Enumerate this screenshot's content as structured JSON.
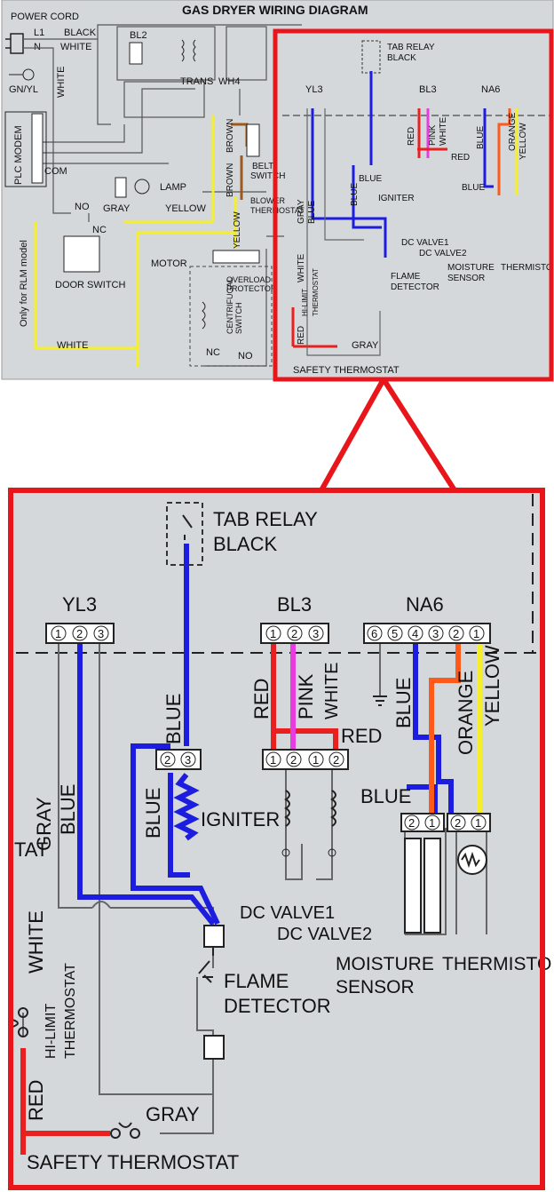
{
  "title": "GAS DRYER WIRING DIAGRAM",
  "colors": {
    "highlight": "#e8151b",
    "background": "#d5d8db",
    "blue": "#1d1de0",
    "red": "#e82020",
    "pink": "#e83ce0",
    "orange": "#ff5a1a",
    "yellow": "#f4ef2a",
    "brown": "#9a5a20",
    "gray_wire": "#8a8a8a"
  },
  "overview": {
    "power_cord": "POWER CORD",
    "l1": "L1",
    "n": "N",
    "black": "BLACK",
    "white": "WHITE",
    "bl2": "BL2",
    "trans": "TRANS",
    "wh4": "WH4",
    "gn_yl": "GN/YL",
    "white_v": "WHITE",
    "plc_modem": "PLC MODEM",
    "com": "COM",
    "no": "NO",
    "nc": "NC",
    "gray": "GRAY",
    "lamp": "LAMP",
    "yellow": "YELLOW",
    "brown1": "BROWN",
    "brown2": "BROWN",
    "belt": "BELT",
    "switch": "SWITCH",
    "blower": "BLOWER",
    "thermostat": "THERMOSTAT",
    "motor": "MOTOR",
    "yellow_v": "YELLOW",
    "overload": "OVERLOAD",
    "protector": "PROTECTOR",
    "centrifugal": "CENTRIFUGAL",
    "switch2": "SWITCH",
    "door_switch": "DOOR SWITCH",
    "rlm_note": "Only for RLM model",
    "white_bottom": "WHITE",
    "nc2": "NC",
    "no2": "NO",
    "tab_relay": "TAB RELAY",
    "black2": "BLACK",
    "yl3": "YL3",
    "bl3": "BL3",
    "na6": "NA6",
    "blue": "BLUE",
    "gray_v": "GRAY",
    "blue_v": "BLUE",
    "blue_ign": "BLUE",
    "igniter": "IGNITER",
    "red": "RED",
    "pink": "PINK",
    "white_bl3": "WHITE",
    "red_h": "RED",
    "dc_valve1": "DC VALVE1",
    "dc_valve2": "DC VALVE2",
    "blue_na6": "BLUE",
    "orange": "ORANGE",
    "yellow_na6": "YELLOW",
    "blue_h": "BLUE",
    "moisture": "MOISTURE",
    "sensor": "SENSOR",
    "thermisto": "THERMISTO",
    "white_v2": "WHITE",
    "hi_limit": "HI-LIMIT",
    "thermostat_v": "THERMOSTAT",
    "flame": "FLAME",
    "detector": "DETECTOR",
    "red_v": "RED",
    "gray_h": "GRAY",
    "safety_thermostat": "SAFETY THERMOSTAT"
  },
  "zoom": {
    "tab_relay": "TAB RELAY",
    "black": "BLACK",
    "yl3": "YL3",
    "bl3": "BL3",
    "na6": "NA6",
    "blue_tab": "BLUE",
    "blue_ign": "BLUE",
    "gray": "GRAY",
    "blue_v": "BLUE",
    "tat": "TAT",
    "igniter": "IGNITER",
    "red_v": "RED",
    "pink": "PINK",
    "white": "WHITE",
    "red_h": "RED",
    "blue_na6": "BLUE",
    "orange": "ORANGE",
    "yellow": "YELLOW",
    "blue_h": "BLUE",
    "dc_valve1": "DC VALVE1",
    "dc_valve2": "DC VALVE2",
    "moisture": "MOISTURE",
    "sensor": "SENSOR",
    "thermisto": "THERMISTO",
    "white_v": "WHITE",
    "hi_limit": "HI-LIMIT",
    "thermostat": "THERMOSTAT",
    "flame": "FLAME",
    "detector": "DETECTOR",
    "red_bottom": "RED",
    "gray_bottom": "GRAY",
    "safety_thermostat": "SAFETY THERMOSTAT",
    "yl3_pins": [
      "1",
      "2",
      "3"
    ],
    "bl3_pins": [
      "1",
      "2",
      "3"
    ],
    "na6_pins": [
      "6",
      "5",
      "4",
      "3",
      "2",
      "1"
    ],
    "ign_pins": [
      "2",
      "3"
    ],
    "valve_pins": [
      "1",
      "2",
      "1",
      "2"
    ],
    "sensor_pins": [
      "2",
      "1",
      "2",
      "1"
    ]
  }
}
